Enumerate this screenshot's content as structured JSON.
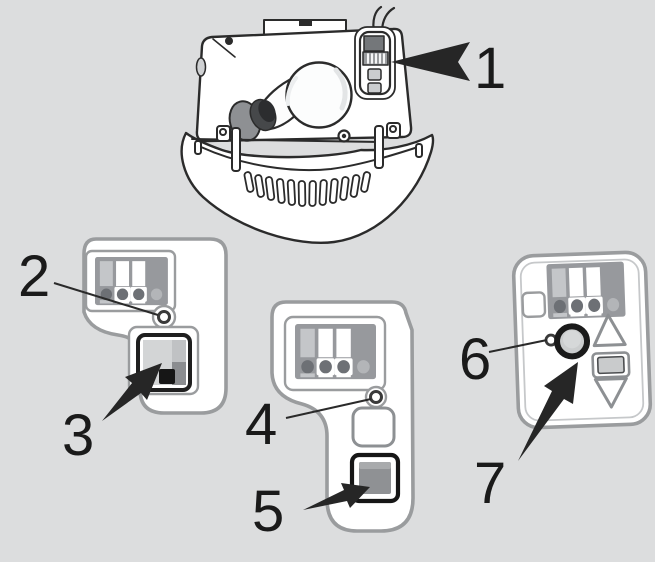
{
  "figure": {
    "title": "Garage door opener head unit and wall control panels with numbered callouts",
    "background_color": "#dcddde",
    "outline_color": "#2b2b2b",
    "panel_outline_color": "#9a9c9e",
    "arrow_color": "#262626"
  },
  "callouts": [
    {
      "label": "1",
      "points_to": "opener-learn-panel"
    },
    {
      "label": "2",
      "points_to": "door-control-1-led"
    },
    {
      "label": "3",
      "points_to": "door-control-1-push-button"
    },
    {
      "label": "4",
      "points_to": "door-control-2-led"
    },
    {
      "label": "5",
      "points_to": "door-control-2-push-button"
    },
    {
      "label": "6",
      "points_to": "multifunction-control-led"
    },
    {
      "label": "7",
      "points_to": "multifunction-control-push-button"
    }
  ]
}
